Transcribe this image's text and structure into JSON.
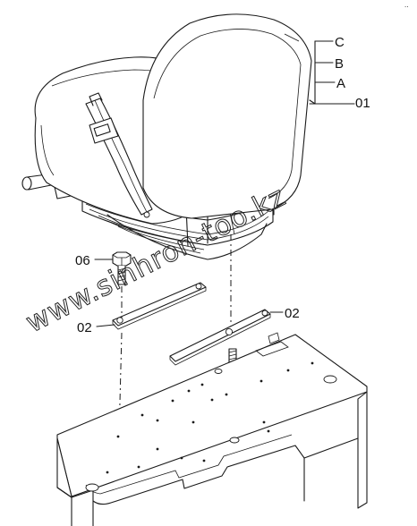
{
  "callouts": {
    "c": "C",
    "b": "B",
    "a": "A",
    "seat": "01",
    "bolt_left": "06",
    "bracket_left": "02",
    "bracket_right": "02",
    "bolt_right": "06"
  },
  "watermark": "www.sinhron-too.kz",
  "corner_mark": "..",
  "colors": {
    "line": "#1a1a1a",
    "background": "#ffffff"
  }
}
